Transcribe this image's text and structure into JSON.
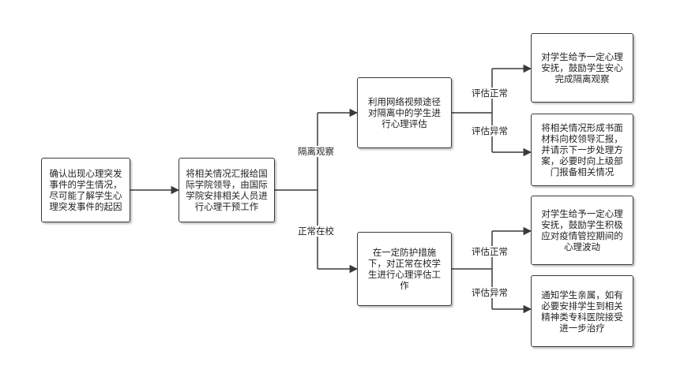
{
  "nodes": {
    "start": "确认出现心理突发事件的学生情况，尽可能了解学生心理突发事件的起因",
    "report": "将相关情况汇报给国际学院领导，由国际学院安排相关人员进行心理干预工作",
    "isolate_assess": "利用网络视频途径对隔离中的学生进行心理评估",
    "campus_assess": "在一定防护措施下，对正常在校学生进行心理评估工作",
    "iso_normal_action": "对学生给予一定心理安抚，鼓励学生安心完成隔离观察",
    "iso_abnormal_action": "将相关情况形成书面材料向校领导汇报，并请示下一步处理方案，必要时向上级部门报备相关情况",
    "campus_normal_action": "对学生给予一定心理安抚，鼓励学生积极应对疫情管控期间的心理波动",
    "campus_abnormal_action": "通知学生亲属，如有必要安排学生到相关精神类专科医院接受进一步治疗"
  },
  "edge_labels": {
    "isolation": "隔离观察",
    "on_campus": "正常在校",
    "iso_normal": "评估正常",
    "iso_abnormal": "评估异常",
    "campus_normal": "评估正常",
    "campus_abnormal": "评估异常"
  },
  "colors": {
    "line": "#3a3a3a",
    "border": "#3a3a3a",
    "text": "#222222"
  }
}
